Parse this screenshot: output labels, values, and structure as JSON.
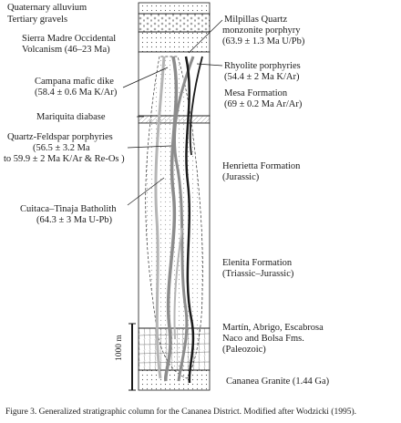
{
  "labels_left": {
    "quaternary": "Quaternary alluvium",
    "tertiary": "Tertiary gravels",
    "sierra_madre_1": "Sierra Madre Occidental",
    "sierra_madre_2": "Volcanism (46–23 Ma)",
    "campana_1": "Campana mafic dike",
    "campana_2": "(58.4 ± 0.6 Ma K/Ar)",
    "mariquita": "Mariquita diabase",
    "qfp_1": "Quartz-Feldspar porphyries",
    "qfp_2": "(56.5 ± 3.2 Ma",
    "qfp_3": "to 59.9 ± 2 Ma K/Ar & Re-Os )",
    "cuitaca_1": "Cuitaca–Tinaja Batholith",
    "cuitaca_2": "(64.3 ± 3 Ma U-Pb)"
  },
  "labels_right": {
    "milpillas_1": "Milpillas Quartz",
    "milpillas_2": "monzonite porphyry",
    "milpillas_3": "(63.9 ± 1.3 Ma U/Pb)",
    "rhyolite_1": "Rhyolite porphyries",
    "rhyolite_2": "(54.4 ± 2 Ma K/Ar)",
    "mesa_1": "Mesa Formation",
    "mesa_2": "(69 ± 0.2 Ma Ar/Ar)",
    "henrietta_1": "Henrietta Formation",
    "henrietta_2": "(Jurassic)",
    "elenita_1": "Elenita Formation",
    "elenita_2": "(Triassic–Jurassic)",
    "martin_1": "Martín, Abrigo, Escabrosa",
    "martin_2": "Naco and Bolsa  Fms.",
    "martin_3": "(Paleozoic)",
    "cananea": "Cananea Granite (1.44 Ga)"
  },
  "scale_bar": "1000 m",
  "caption": "Figure 3. Generalized stratigraphic column for the Cananea District. Modified after Wodzicki (1995).",
  "colors": {
    "line": "#1a1a1a",
    "gray_dike": "#8c8c8c",
    "light_gray_dike": "#b5b5b5",
    "column_fill": "#ffffff"
  }
}
